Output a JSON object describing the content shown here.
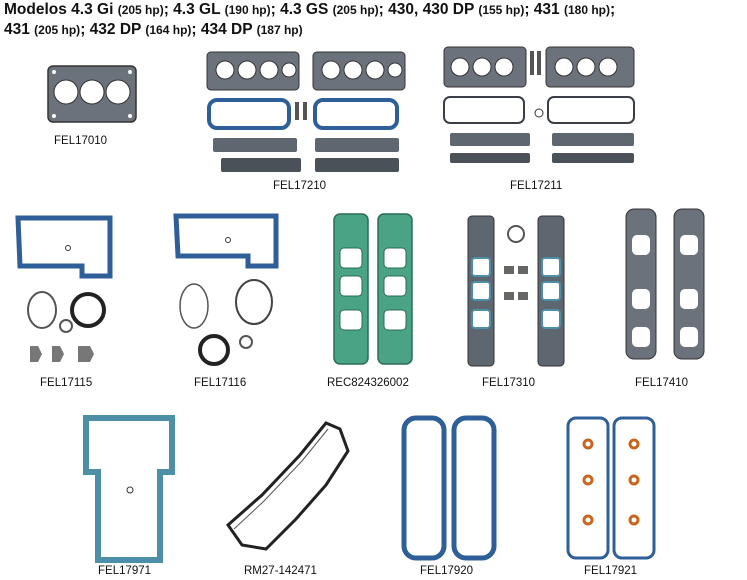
{
  "header": {
    "line1": [
      {
        "t": "Modelos 4.3 Gi ",
        "hp": false
      },
      {
        "t": "(205 hp)",
        "hp": true
      },
      {
        "t": "; 4.3 GL ",
        "hp": false
      },
      {
        "t": "(190 hp)",
        "hp": true
      },
      {
        "t": "; 4.3 GS ",
        "hp": false
      },
      {
        "t": "(205 hp)",
        "hp": true
      },
      {
        "t": "; 430, 430 DP ",
        "hp": false
      },
      {
        "t": "(155 hp)",
        "hp": true
      },
      {
        "t": "; 431 ",
        "hp": false
      },
      {
        "t": "(180 hp)",
        "hp": true
      },
      {
        "t": ";",
        "hp": false
      }
    ],
    "line2": [
      {
        "t": "431 ",
        "hp": false
      },
      {
        "t": "(205 hp)",
        "hp": true
      },
      {
        "t": "; 432 DP ",
        "hp": false
      },
      {
        "t": "(164 hp)",
        "hp": true
      },
      {
        "t": "; 434 DP ",
        "hp": false
      },
      {
        "t": "(187 hp)",
        "hp": true
      }
    ]
  },
  "parts": {
    "fel17010": "FEL17010",
    "fel17210": "FEL17210",
    "fel17211": "FEL17211",
    "fel17115": "FEL17115",
    "fel17116": "FEL17116",
    "rec824326002": "REC824326002",
    "fel17310": "FEL17310",
    "fel17410": "FEL17410",
    "fel17971": "FEL17971",
    "rm27142471": "RM27-142471",
    "fel17920": "FEL17920",
    "fel17921": "FEL17921"
  },
  "colors": {
    "gasket_gray": "#5e6670",
    "gasket_dark": "#3a3f45",
    "gasket_blue": "#2f5f98",
    "gasket_teal": "#4e8fa8",
    "gasket_green": "#3f9d7a",
    "gasket_orange": "#c8661f"
  }
}
